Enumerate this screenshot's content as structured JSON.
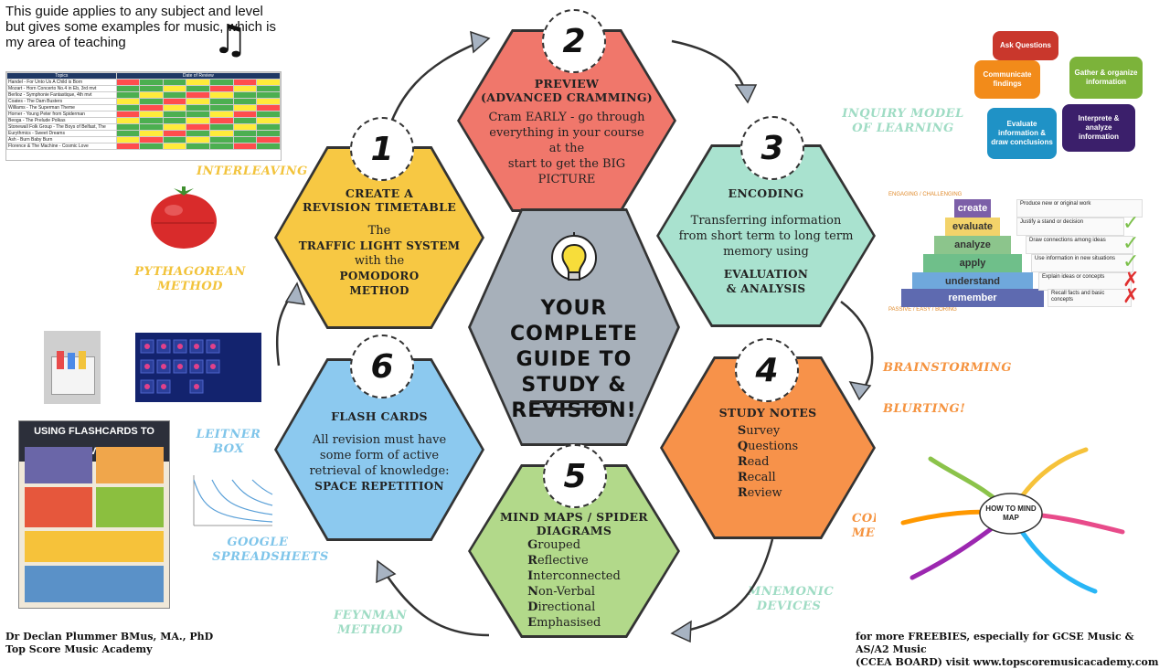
{
  "intro_text": "This guide applies to any subject and level but gives some examples for music, which is my area of teaching",
  "center_title": "YOUR COMPLETE GUIDE TO STUDY & REVISION!",
  "colors": {
    "yellow": "#f7c843",
    "red": "#f0776b",
    "green_step": "#a9e2cf",
    "orange": "#f7924a",
    "lightgreen": "#b2d98a",
    "blue": "#8cc9ef",
    "center": "#a7b0ba",
    "label_yellow": "#f2c33b",
    "label_blue": "#7fc5ea",
    "label_orange": "#f5933f",
    "label_green": "#9fdcc4"
  },
  "steps": {
    "s1": {
      "number": "1",
      "title_1": "CREATE A",
      "title_2": "REVISION TIMETABLE",
      "body": "The",
      "strong_1": "TRAFFIC LIGHT SYSTEM",
      "body_2": "with the",
      "strong_2": "POMODORO",
      "strong_3": "METHOD"
    },
    "s2": {
      "number": "2",
      "title_1": "PREVIEW",
      "title_2": "(ADVANCED CRAMMING)",
      "body_1": "Cram EARLY - go through",
      "body_2": "everything in your course",
      "body_3": "at the",
      "body_4": "start to get the BIG",
      "body_5": "PICTURE"
    },
    "s3": {
      "number": "3",
      "title": "ENCODING",
      "body_1": "Transferring information",
      "body_2": "from short term to long term",
      "body_3": "memory using",
      "strong_1": "EVALUATION",
      "strong_2": "& ANALYSIS"
    },
    "s4": {
      "number": "4",
      "title": "STUDY NOTES",
      "acronym": [
        [
          "S",
          "urvey"
        ],
        [
          "Q",
          "uestions"
        ],
        [
          "R",
          "ead"
        ],
        [
          "R",
          "ecall"
        ],
        [
          "R",
          "eview"
        ]
      ]
    },
    "s5": {
      "number": "5",
      "title_1": "MIND MAPS / SPIDER",
      "title_2": "DIAGRAMS",
      "acronym": [
        [
          "G",
          "rouped"
        ],
        [
          "R",
          "eflective"
        ],
        [
          "I",
          "nterconnected"
        ],
        [
          "N",
          "on-Verbal"
        ],
        [
          "D",
          "irectional"
        ],
        [
          "E",
          "mphasised"
        ]
      ]
    },
    "s6": {
      "number": "6",
      "title": "FLASH CARDS",
      "body_1": "All revision must have",
      "body_2": "some form of active",
      "body_3": "retrieval of knowledge:",
      "strong": "SPACE REPETITION"
    }
  },
  "labels": {
    "interleaving": "INTERLEAVING",
    "pythagorean": "PYTHAGOREAN METHOD",
    "inquiry_1": "INQUIRY MODEL",
    "inquiry_2": "OF LEARNING",
    "brainstorming": "BRAINSTORMING",
    "blurting": "BLURTING!",
    "cornell_1": "CORNELL",
    "cornell_2": "METHOD",
    "mnemonic_1": "MNEMONIC",
    "mnemonic_2": "DEVICES",
    "feynman_1": "FEYNMAN",
    "feynman_2": "METHOD",
    "leitner": "LEITNER BOX",
    "google_1": "GOOGLE",
    "google_2": "SPREADSHEETS"
  },
  "inquiry": {
    "ask": "Ask Questions",
    "gather": "Gather & organize information",
    "interpret": "Interprete & analyze information",
    "evaluate": "Evaluate information & draw conclusions",
    "communicate": "Communicate findings"
  },
  "pyramid": {
    "top_label": "ENGAGING / CHALLENGING",
    "bottom_label": "PASSIVE / EASY / BORING",
    "levels": [
      "create",
      "evaluate",
      "analyze",
      "apply",
      "understand",
      "remember"
    ],
    "descriptions": [
      "Produce new or original work",
      "Justify a stand or decision",
      "Draw connections among ideas",
      "Use information in new situations",
      "Explain ideas or concepts",
      "Recall facts and basic concepts"
    ]
  },
  "flashcard_poster_title": "USING FLASHCARDS TO REVISE",
  "mindmap_center": "HOW TO MIND MAP",
  "timetable": {
    "col_topics": "Topics",
    "col_dates": "Date of Review",
    "rows": [
      "Handel - For Unto Us A Child is Born",
      "Mozart - Horn Concerto No.4 in Eb, 3rd mvt",
      "Berlioz - Symphonie Fantastique, 4th mvt",
      "Coates - The Dam Busters",
      "Williams - The Superman Theme",
      "Horner - Young Peter from Spiderman",
      "Beoga - The Prelude Polkas",
      "Stonewall Folk Group - The Boys of Belfast, The",
      "Eurythmics - Sweet Dreams",
      "Ash - Burn Baby Burn",
      "Florence & The Machine - Cosmic Love"
    ]
  },
  "footer": {
    "author_1": "Dr Declan Plummer BMus, MA., PhD",
    "author_2": "Top Score Music Academy",
    "freebies_1": "for more FREEBIES, especially for GCSE Music & AS/A2 Music",
    "freebies_2": "(CCEA BOARD) visit www.topscoremusicacademy.com"
  }
}
